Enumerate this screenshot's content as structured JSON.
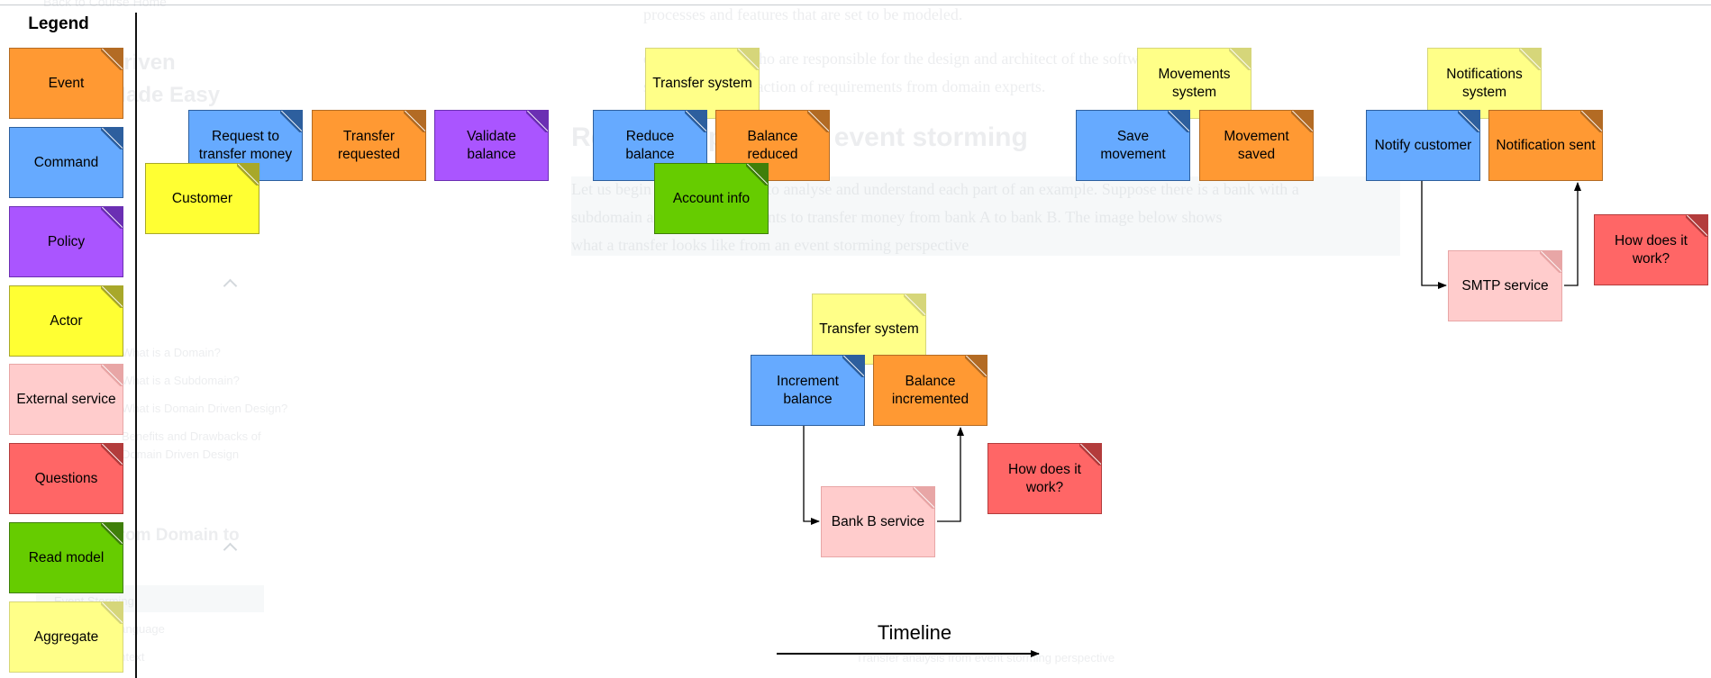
{
  "legend": {
    "title": "Legend",
    "items": [
      {
        "label": "Event",
        "kind": "event"
      },
      {
        "label": "Command",
        "kind": "command"
      },
      {
        "label": "Policy",
        "kind": "policy"
      },
      {
        "label": "Actor",
        "kind": "actor"
      },
      {
        "label": "External service",
        "kind": "external"
      },
      {
        "label": "Questions",
        "kind": "question"
      },
      {
        "label": "Read model",
        "kind": "readmodel"
      },
      {
        "label": "Aggregate",
        "kind": "aggregate"
      }
    ]
  },
  "colors": {
    "event": "#ff9933",
    "command": "#66aaff",
    "policy": "#aa55ff",
    "actor": "#ffff33",
    "external": "#ffcccc",
    "question": "#ff6666",
    "readmodel": "#66cc00",
    "aggregate": "#ffff88"
  },
  "notes": {
    "request_transfer": "Request to transfer money",
    "customer": "Customer",
    "transfer_requested": "Transfer requested",
    "validate_balance": "Validate balance",
    "transfer_system_1": "Transfer system",
    "reduce_balance": "Reduce balance",
    "balance_reduced": "Balance reduced",
    "account_info": "Account info",
    "movements_system": "Movements system",
    "save_movement": "Save movement",
    "movement_saved": "Movement saved",
    "notifications_system": "Notifications system",
    "notify_customer": "Notify customer",
    "notification_sent": "Notification sent",
    "smtp_service": "SMTP service",
    "question_1": "How does it work?",
    "transfer_system_2": "Transfer system",
    "increment_balance": "Increment balance",
    "balance_incremented": "Balance incremented",
    "bank_b_service": "Bank B service",
    "question_2": "How does it work?"
  },
  "timeline": {
    "label": "Timeline"
  },
  "background": {
    "back_link": "Back to Course Home",
    "side_title_1": "Driven",
    "side_title_2": "Made Easy",
    "line_1": "processes and features that are set to be modeled.",
    "line_2": "experts: People who are responsible for the design and architect of the software.",
    "line_3": "skilled in the extraction of requirements from domain experts.",
    "heading": "Real Example on an event storming",
    "para_1": "Let us begin with an example to analyse and understand each part of an example. Suppose there is a bank with a",
    "para_2": "subdomain and a customer wants to transfer money from bank A to bank B. The image below shows",
    "para_3": "what a transfer looks like from an event storming perspective",
    "toc_1": "What is a Domain?",
    "toc_2": "What is a Subdomain?",
    "toc_3": "What is Domain Driven Design?",
    "toc_4": "Benefits and Drawbacks of",
    "toc_5": "Domain Driven Design",
    "section": "From Domain to",
    "toc_6": "Event Storming",
    "toc_7": "Ubiquitous Language",
    "toc_8": "Bounded Context",
    "caption": "Transfer analysis from event storming perspective"
  }
}
